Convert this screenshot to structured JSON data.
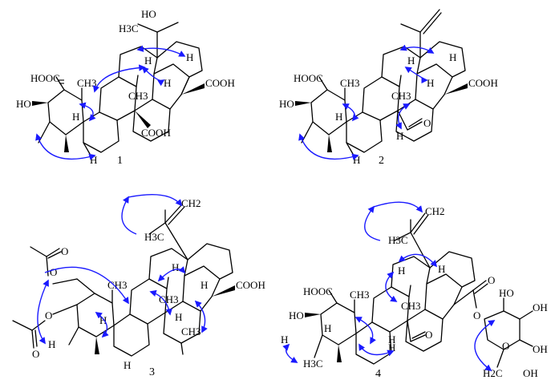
{
  "colors": {
    "bond": "#000000",
    "noe_arrow": "#1a1aff",
    "background": "#ffffff"
  },
  "compounds": [
    {
      "label": "1"
    },
    {
      "label": "2"
    },
    {
      "label": "3"
    },
    {
      "label": "4"
    }
  ],
  "atoms": {
    "HO": "HO",
    "H3C": "H3C",
    "HOOC": "HOOC",
    "COOH": "COOH",
    "CH3": "CH3",
    "CH2": "CH2",
    "H2C": "H2C",
    "OH": "OH",
    "H": "H",
    "O": "O"
  }
}
